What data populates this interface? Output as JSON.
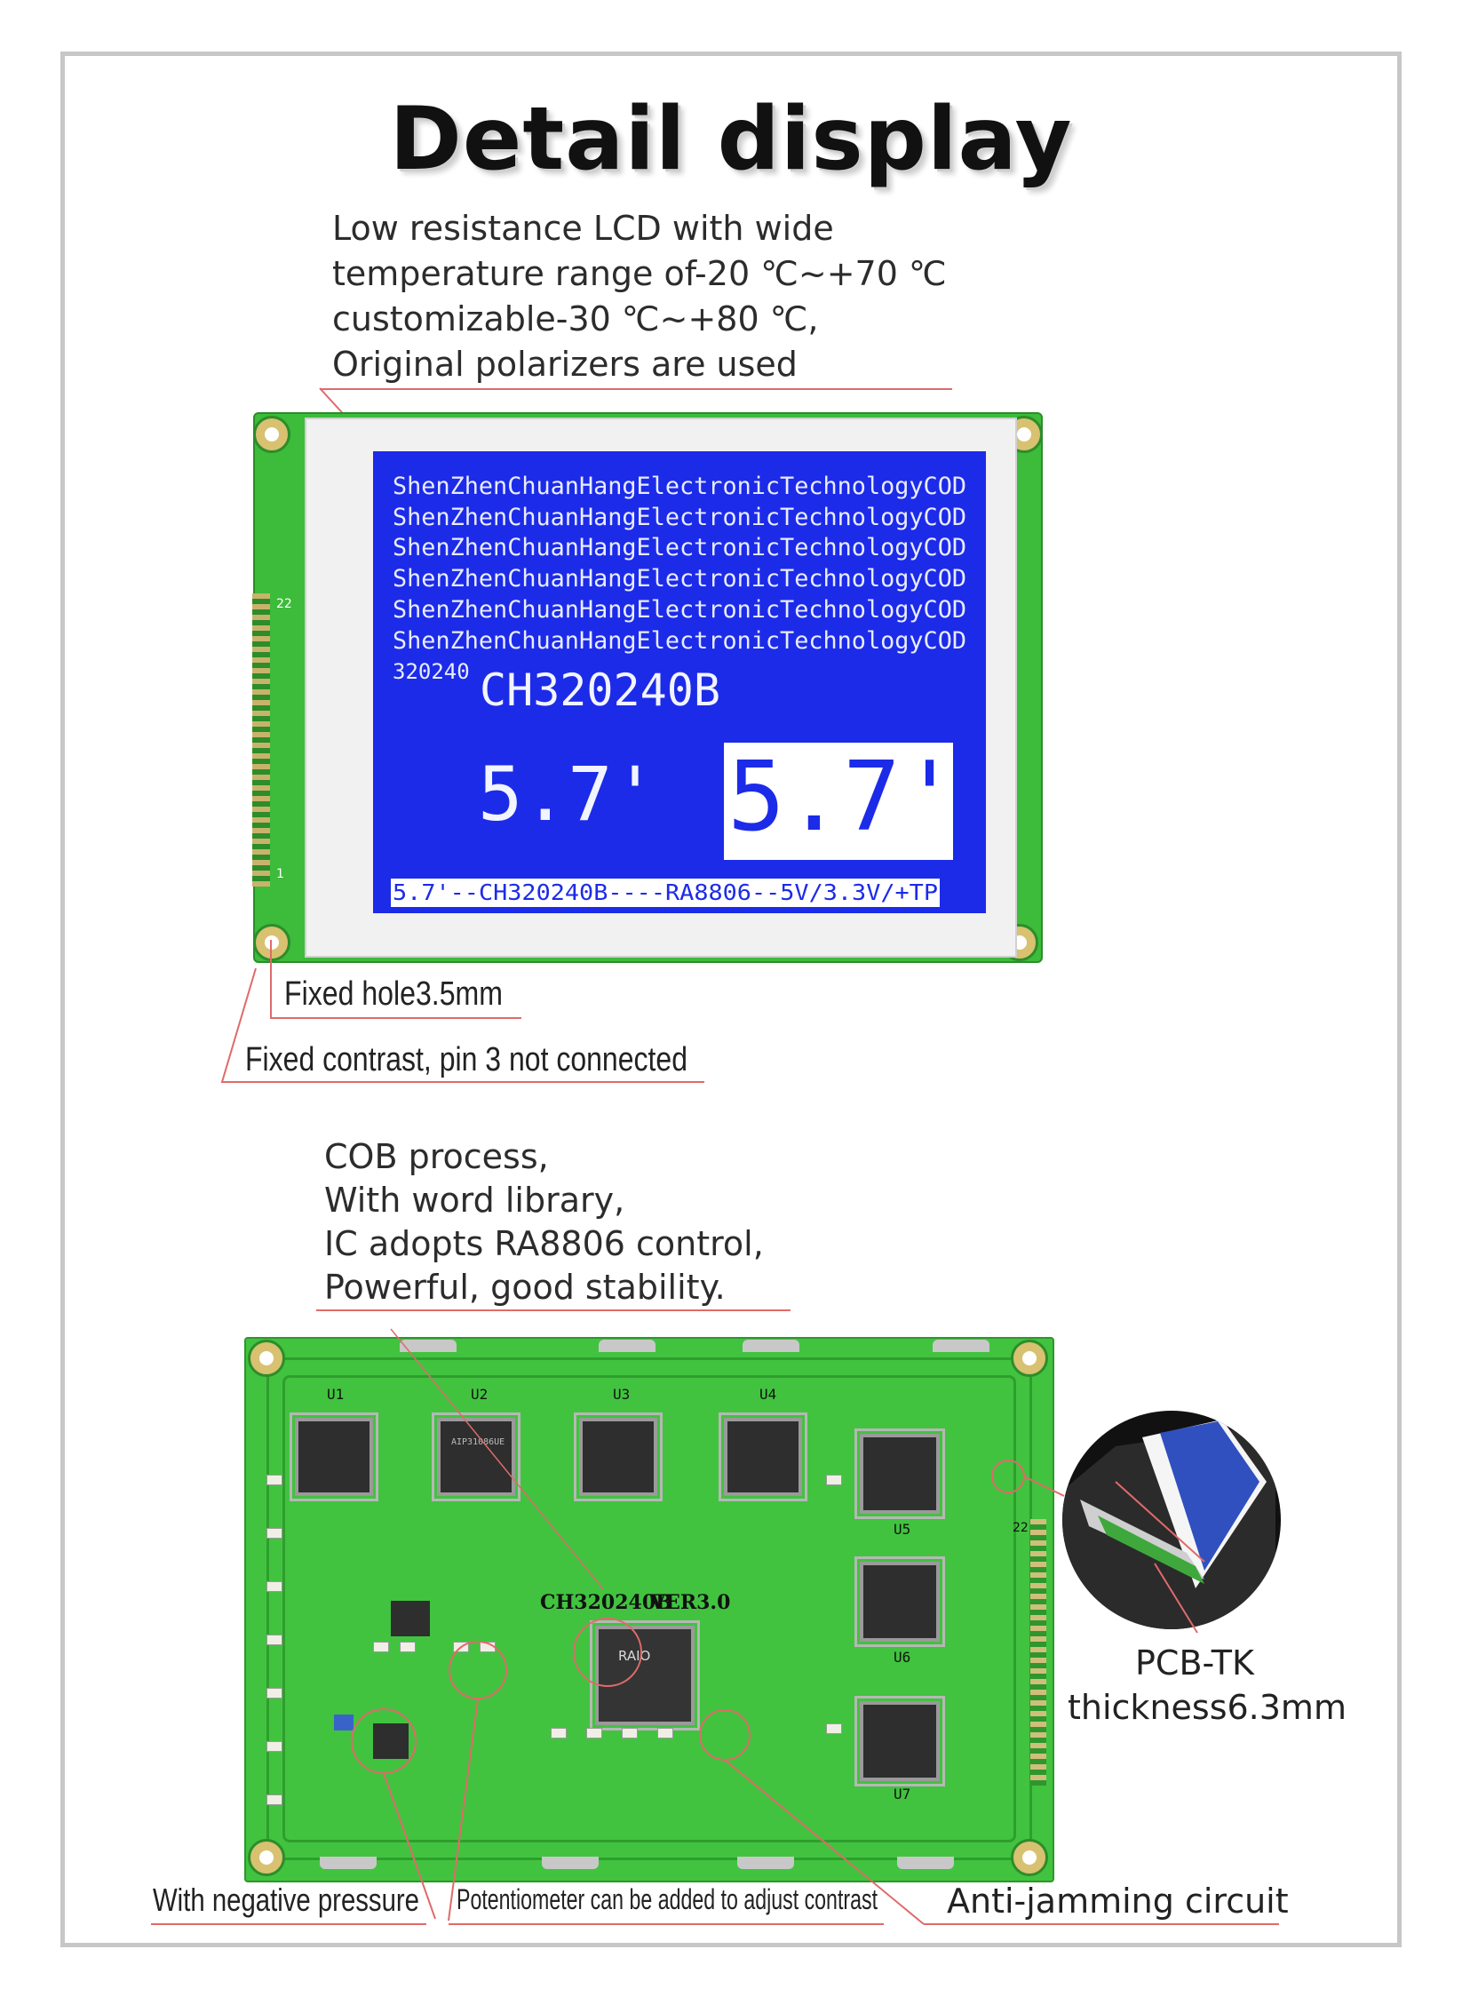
{
  "title": "Detail display",
  "top_description": [
    "Low resistance LCD with wide",
    "temperature range of-20 ℃~+70 ℃",
    "customizable-30 ℃~+80 ℃,",
    "Original polarizers are used"
  ],
  "lcd_screen": {
    "lines": [
      "ShenZhenChuanHangElectronicTechnologyCOD",
      "ShenZhenChuanHangElectronicTechnologyCOD",
      "ShenZhenChuanHangElectronicTechnologyCOD",
      "ShenZhenChuanHangElectronicTechnologyCOD",
      "ShenZhenChuanHangElectronicTechnologyCOD",
      "ShenZhenChuanHangElectronicTechnologyCOD"
    ],
    "resolution": "320240",
    "model": "CH320240B",
    "size_normal": "5.7'",
    "size_inverted": "5.7'",
    "bottom_bar": "5.7'--CH320240B----RA8806--5V/3.3V/+TP",
    "pin_22": "22",
    "pin_1": "1",
    "colors": {
      "screen": "#1c2be8",
      "pcb": "#3dbb3a"
    }
  },
  "front_callouts": {
    "fixed_hole": "Fixed hole3.5mm",
    "fixed_contrast": "Fixed contrast, pin 3 not connected"
  },
  "back_description": [
    "COB process,",
    "With word library,",
    "IC adopts RA8806 control,",
    "Powerful, good stability."
  ],
  "back_pcb": {
    "board_label": "CH320240B",
    "version_label": "VER3.0",
    "controller_text": "RAIO",
    "chip_text": "AIP31086UE",
    "chip_labels": [
      "U1",
      "U2",
      "U3",
      "U4",
      "U5",
      "U6",
      "U7"
    ],
    "pin_22": "22",
    "colors": {
      "pcb": "#41c33f"
    }
  },
  "back_callouts": {
    "pcb_tk_line1": "PCB-TK",
    "pcb_tk_line2": "thickness6.3mm",
    "negative_pressure": "With negative pressure",
    "potentiometer": "Potentiometer can be added to adjust contrast",
    "anti_jamming": "Anti-jamming circuit"
  }
}
